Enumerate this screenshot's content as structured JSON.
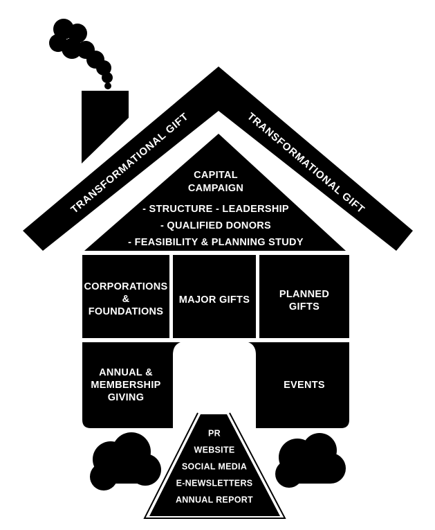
{
  "roof": {
    "left_label": "TRANSFORMATIONAL GIFT",
    "right_label": "TRANSFORMATIONAL GIFT"
  },
  "capital_campaign": {
    "title_line1": "CAPITAL",
    "title_line2": "CAMPAIGN",
    "items": [
      "- STRUCTURE - LEADERSHIP",
      "- QUALIFIED DONORS",
      "- FEASIBILITY & PLANNING STUDY"
    ]
  },
  "rooms": {
    "corporations": [
      "CORPORATIONS",
      "&",
      "FOUNDATIONS"
    ],
    "major_gifts": [
      "MAJOR GIFTS"
    ],
    "planned_gifts": [
      "PLANNED",
      "GIFTS"
    ],
    "annual_giving": [
      "ANNUAL &",
      "MEMBERSHIP",
      "GIVING"
    ],
    "events": [
      "EVENTS"
    ]
  },
  "path": {
    "items": [
      "PR",
      "WEBSITE",
      "SOCIAL MEDIA",
      "E-NEWSLETTERS",
      "ANNUAL REPORT"
    ]
  },
  "colors": {
    "ink": "#000000",
    "paper": "#ffffff"
  }
}
